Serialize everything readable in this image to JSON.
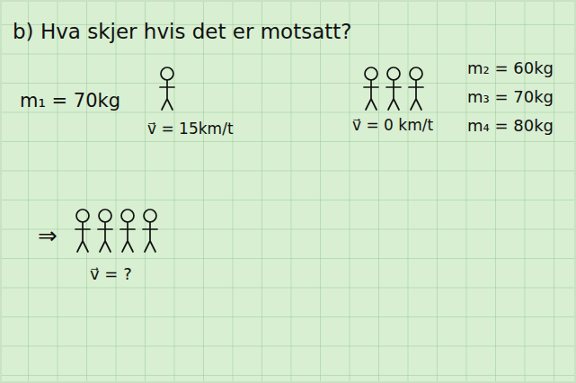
{
  "diagram": {
    "title": "b) Hva skjer hvis det er motsatt?",
    "labels": [
      "m₁ = 70kg",
      "v⃗ = 15km/t",
      "v⃗ = 0 km/t",
      "m₂ = 60kg",
      "m₃ = 70kg",
      "m₄ = 80kg",
      "⇒",
      "v⃗ = ?"
    ]
  }
}
